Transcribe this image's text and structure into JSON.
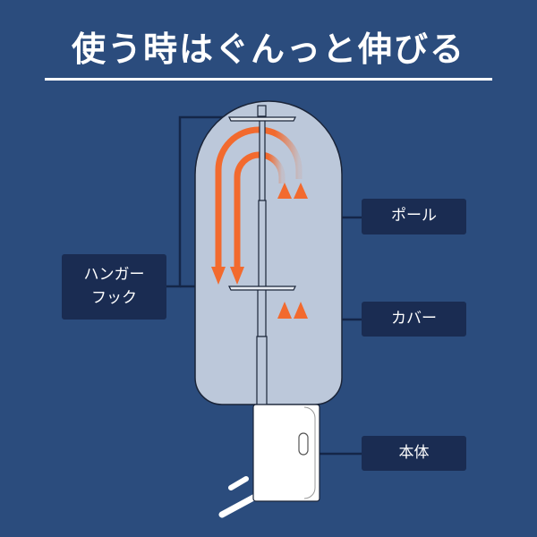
{
  "title": "使う時はぐんっと伸びる",
  "labels": {
    "pole": "ポール",
    "cover": "カバー",
    "body": "本体",
    "hook_line1": "ハンガー",
    "hook_line2": "フック"
  },
  "colors": {
    "background": "#2b4c7d",
    "label_box": "#1a2c52",
    "cover": "#bcc8da",
    "arrow": "#f26a2e"
  }
}
